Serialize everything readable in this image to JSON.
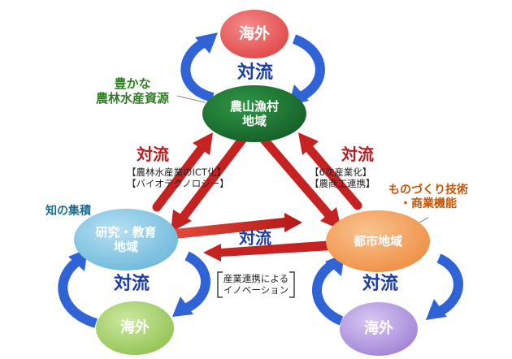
{
  "nodes": {
    "top_overseas": "海外",
    "rural": [
      "農山漁村",
      "地域"
    ],
    "research": [
      "研究・教育",
      "地域"
    ],
    "urban": "都市地域",
    "left_overseas": "海外",
    "right_overseas": "海外"
  },
  "labels": {
    "taisen_top": "対流",
    "taisen_left_top": "対流",
    "taisen_right_top": "対流",
    "taisen_middle": "対流",
    "taisen_bottom_left": "対流",
    "taisen_bottom_right": "対流"
  },
  "notes": {
    "ict": [
      "【農林水産業のICT化】",
      "【バイオテクノロジー】"
    ],
    "sixth": [
      "【6次産業化】",
      "【農商工連携】"
    ],
    "innovation": [
      "産業連携による",
      "イノベーション"
    ],
    "rich_resources": [
      "豊かな",
      "農林水産資源"
    ],
    "knowledge": "知の集積",
    "manufacturing": [
      "ものづくり技術",
      "・商業機能"
    ]
  },
  "colors": {
    "overseas_top": "#ec5a5a",
    "rural": "#1f7a34",
    "research": "#86c8e4",
    "urban": "#f4a15d",
    "overseas_green": "#a8d26a",
    "overseas_purple": "#b79de0",
    "blue_arrow": "#2f63d6",
    "red_arrow": "#c62222",
    "taisen_blue": "#1d3ea0",
    "taisen_red": "#b51f1f"
  }
}
